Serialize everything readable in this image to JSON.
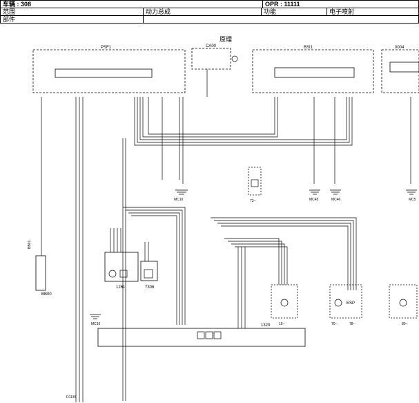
{
  "header": {
    "vehicle_label": "车辆 : 308",
    "opr_label": "OPR : 11111",
    "scope_label": "范围",
    "scope_value": "动力总成",
    "function_label": "功能",
    "function_value": "电子喷射",
    "part_label": "部件",
    "section_title": "原理"
  },
  "components": {
    "psf1": "PSF1",
    "ca00": "CA00",
    "bsi1": "BSI1",
    "c004": "0004",
    "bb00": "BB00",
    "bb01": "BB01",
    "c1261": "1261",
    "c7306": "7306",
    "c1320": "1320",
    "mc10_a": "MC10",
    "mc10_b": "MC10",
    "mc45": "MC45",
    "mc46": "MC46",
    "mc5": "MC5",
    "d1135": "D1135",
    "ref_73": "73--",
    "ref_15": "15--",
    "ref_70": "70--",
    "ref_78": "78--",
    "ref_80": "80--",
    "esp": "ESP"
  }
}
